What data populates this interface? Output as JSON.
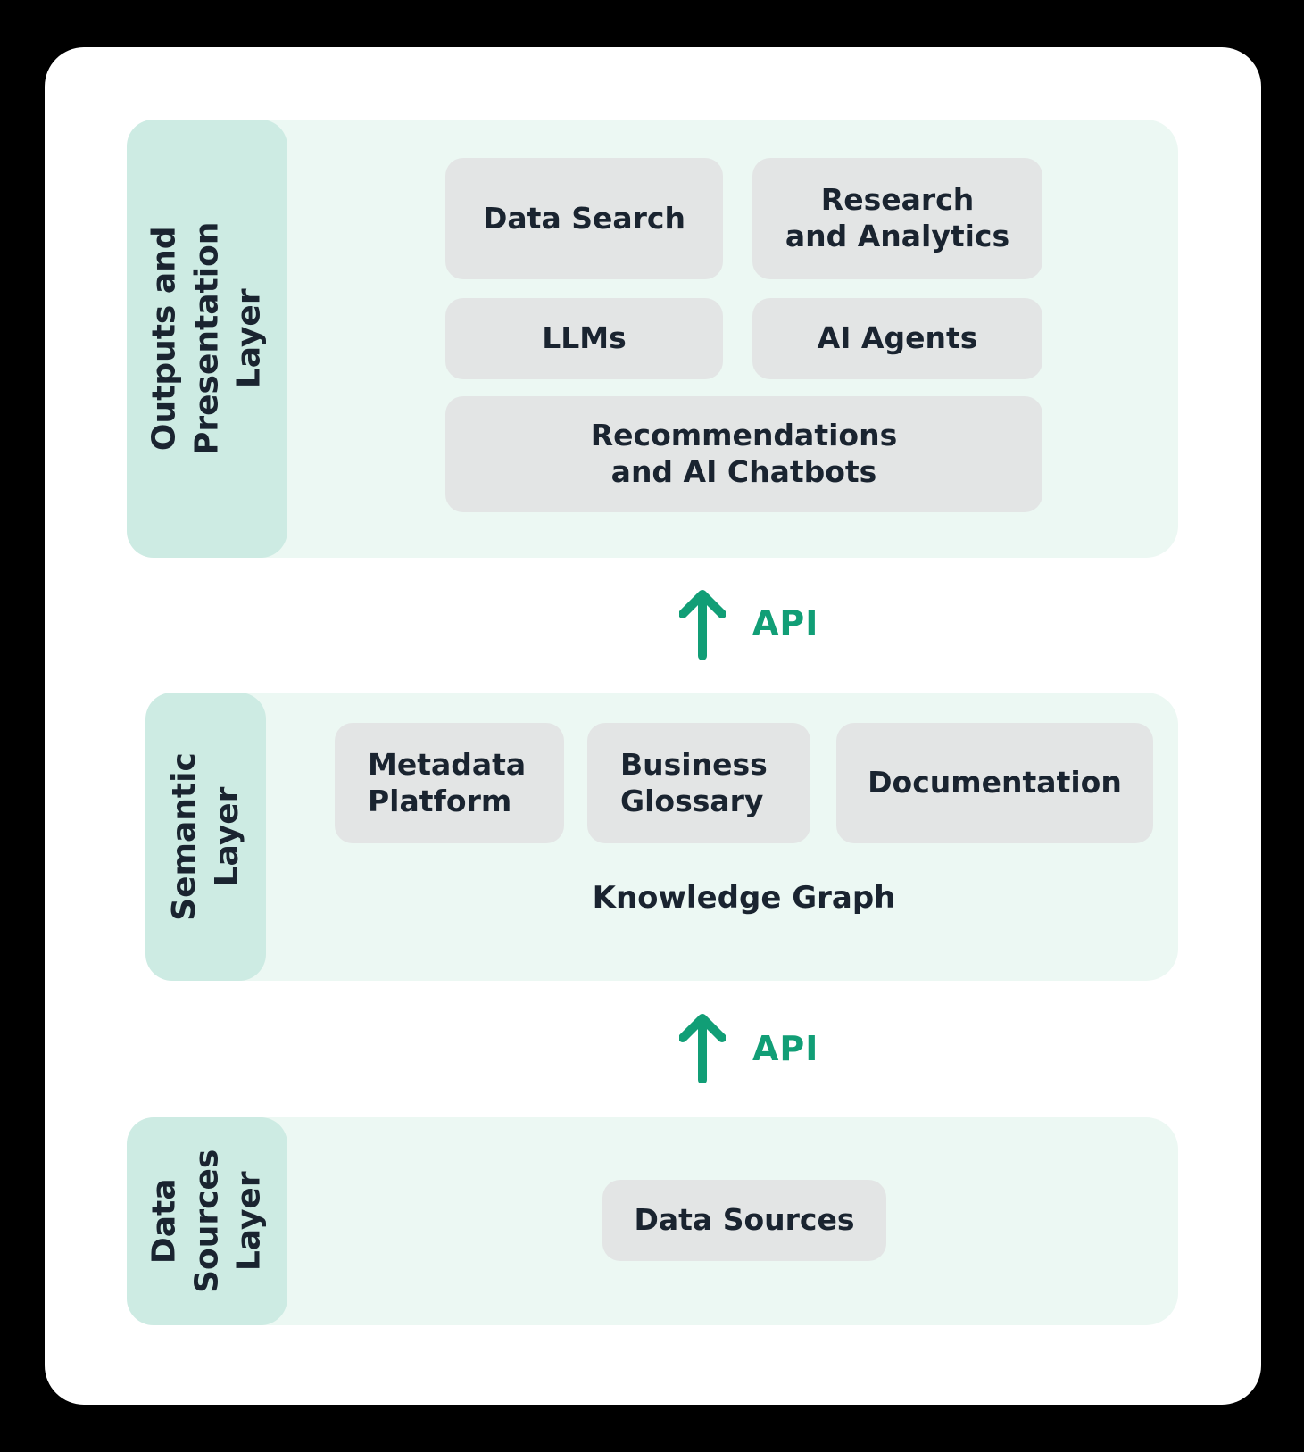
{
  "colors": {
    "bg": "#000000",
    "card": "#ffffff",
    "panel": "#ecf8f3",
    "sidebar": "#cdebe3",
    "box": "#e3e5e5",
    "ink": "#1a2430",
    "accent": "#119e76"
  },
  "layers": [
    {
      "label": "Outputs and\nPresentation\nLayer",
      "boxes": {
        "data_search": "Data Search",
        "research_analytics": "Research\nand Analytics",
        "llms": "LLMs",
        "ai_agents": "AI Agents",
        "recommendations_chatbots": "Recommendations\nand AI Chatbots"
      }
    },
    {
      "label": "Semantic\nLayer",
      "boxes": {
        "metadata_platform": "Metadata\nPlatform",
        "business_glossary": "Business\nGlossary",
        "documentation": "Documentation"
      },
      "caption": "Knowledge Graph"
    },
    {
      "label": "Data\nSources\nLayer",
      "boxes": {
        "data_sources": "Data Sources"
      }
    }
  ],
  "connectors": [
    {
      "label": "API"
    },
    {
      "label": "API"
    }
  ]
}
